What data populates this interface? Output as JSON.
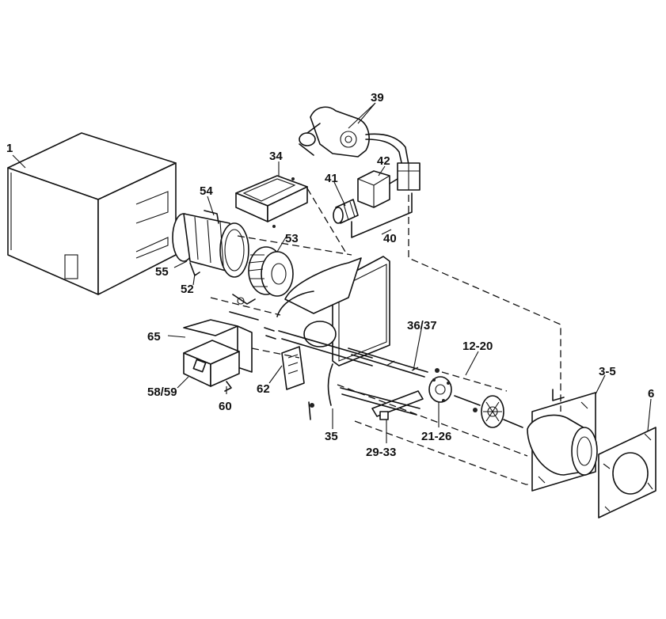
{
  "diagram": {
    "callouts": [
      {
        "id": "c1",
        "text": "1"
      },
      {
        "id": "c39",
        "text": "39"
      },
      {
        "id": "c34",
        "text": "34"
      },
      {
        "id": "c42",
        "text": "42"
      },
      {
        "id": "c41",
        "text": "41"
      },
      {
        "id": "c54",
        "text": "54"
      },
      {
        "id": "c53",
        "text": "53"
      },
      {
        "id": "c40",
        "text": "40"
      },
      {
        "id": "c55",
        "text": "55"
      },
      {
        "id": "c52",
        "text": "52"
      },
      {
        "id": "c65",
        "text": "65"
      },
      {
        "id": "c36",
        "text": "36/37"
      },
      {
        "id": "c12",
        "text": "12-20"
      },
      {
        "id": "c3",
        "text": "3-5"
      },
      {
        "id": "c6",
        "text": "6"
      },
      {
        "id": "c58",
        "text": "58/59"
      },
      {
        "id": "c60",
        "text": "60"
      },
      {
        "id": "c62",
        "text": "62"
      },
      {
        "id": "c21",
        "text": "21-26"
      },
      {
        "id": "c35",
        "text": "35"
      },
      {
        "id": "c29",
        "text": "29-33"
      }
    ]
  }
}
